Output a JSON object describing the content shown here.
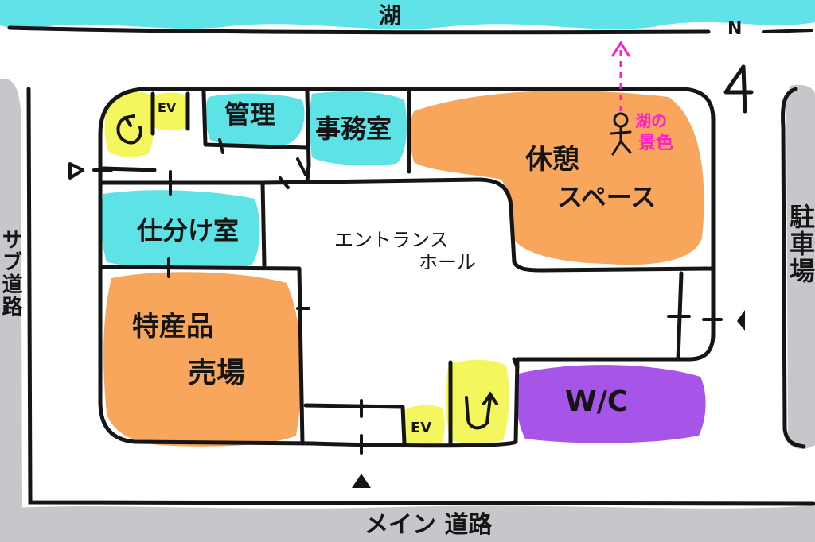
{
  "map": {
    "lake": "湖",
    "north": "N",
    "lake_view": "湖の景色",
    "lake_view_line1": "湖の",
    "lake_view_line2": "景色",
    "main_road": "メイン 道路",
    "sub_road": "サブ道路",
    "parking": "駐車場",
    "rooms": {
      "ev_top": "EV",
      "ev_bottom": "EV",
      "management": "管理",
      "office": "事務室",
      "rest_space": "休憩スペース",
      "rest_line1": "休憩",
      "rest_line2": "スペース",
      "sorting_room": "仕分け室",
      "entrance_hall": "エントランスホール",
      "hall_line1": "エントランス",
      "hall_line2": "ホール",
      "souvenir_shop": "特産品売場",
      "shop_line1": "特産品",
      "shop_line2": "売場",
      "wc": "W/C",
      "stairs_top": "↺",
      "stairs_bottom": "U↑"
    },
    "colors": {
      "water": "#5fe3e8",
      "road": "#c6c7cb",
      "room_cyan": "#5de2e6",
      "room_orange": "#f7a65b",
      "room_purple": "#a655e8",
      "room_yellow": "#f3f75d",
      "accent_magenta": "#ff1ec8"
    }
  }
}
